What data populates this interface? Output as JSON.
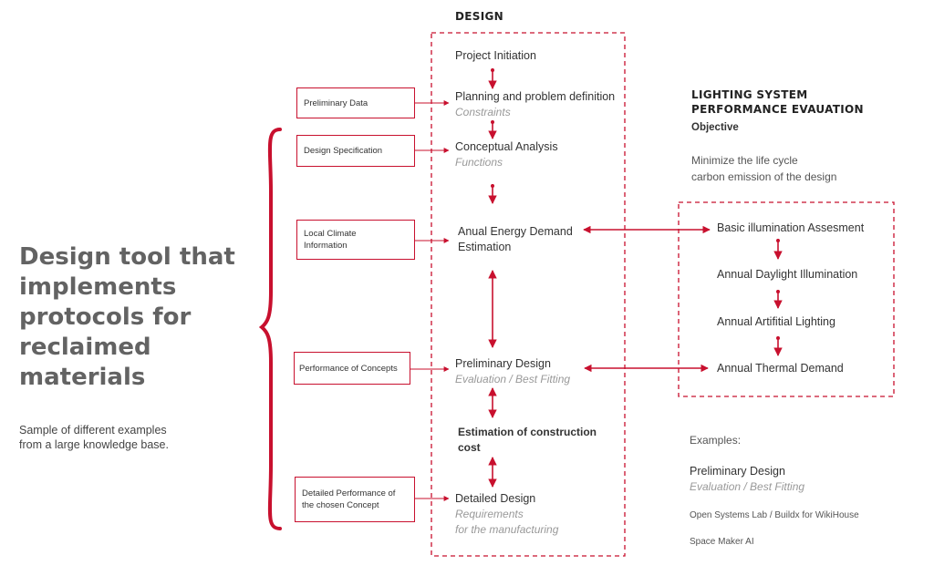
{
  "left_panel": {
    "title": "Design tool that implements protocols for reclaimed materials",
    "subtitle": "Sample of different examples from a large knowledge base."
  },
  "design": {
    "heading": "DESIGN",
    "steps": {
      "project_initiation": "Project Initiation",
      "planning": "Planning and problem definition",
      "planning_sub": "Constraints",
      "conceptual": "Conceptual Analysis",
      "conceptual_sub": "Functions",
      "energy_line1": "Anual Energy Demand",
      "energy_line2": "Estimation",
      "preliminary": "Preliminary Design",
      "preliminary_sub": "Evaluation / Best Fitting",
      "cost_line1": "Estimation of construction",
      "cost_line2": "cost",
      "detailed": "Detailed Design",
      "detailed_sub_line1": "Requirements",
      "detailed_sub_line2": "for the manufacturing"
    }
  },
  "inputs": {
    "preliminary_data": "Preliminary Data",
    "design_specification": "Design Specification",
    "local_climate_line1": "Local Climate",
    "local_climate_line2": "Information",
    "performance_concepts": "Performance of Concepts",
    "detailed_performance_line1": "Detailed Performance of",
    "detailed_performance_line2": "the chosen Concept"
  },
  "lighting": {
    "heading_line1": "LIGHTING SYSTEM",
    "heading_line2": "PERFORMANCE EVAUATION",
    "objective_label": "Objective",
    "objective_line1": "Minimize the life cycle",
    "objective_line2": "carbon emission of the design",
    "steps": {
      "basic": "Basic illumination Assesment",
      "daylight": "Annual Daylight Illumination",
      "artificial": "Annual Artifitial Lighting",
      "thermal": "Annual Thermal Demand"
    }
  },
  "examples": {
    "label": "Examples:",
    "item1": "Preliminary Design",
    "item1_sub": "Evaluation / Best Fitting",
    "item2": "Open Systems Lab / Buildx for WikiHouse",
    "item3": "Space Maker AI"
  },
  "colors": {
    "accent": "#c8102e",
    "title_gray": "#636363",
    "subtle_text": "#999999"
  }
}
